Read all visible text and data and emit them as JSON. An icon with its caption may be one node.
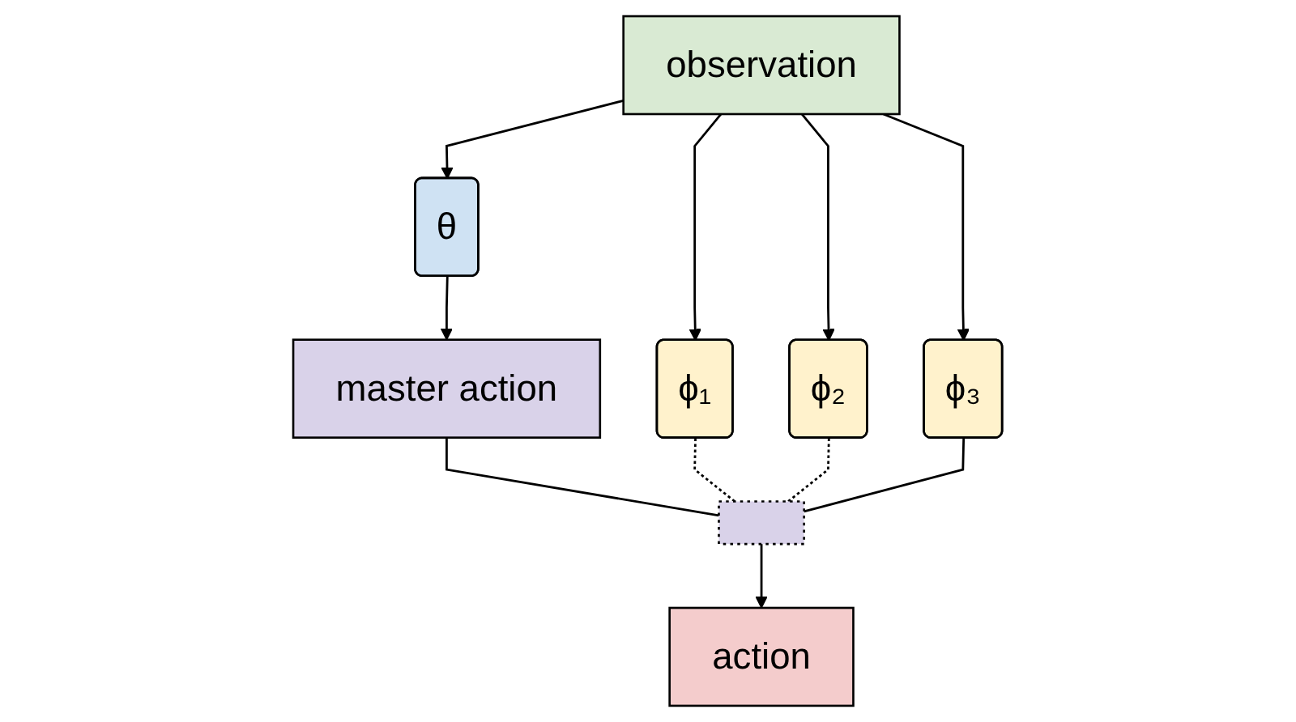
{
  "diagram": {
    "nodes": [
      {
        "text": [
          "observation"
        ]
      },
      {
        "text": [
          "θ"
        ]
      },
      {
        "text": [
          "master action"
        ]
      },
      {
        "text": [
          "ϕ₁"
        ]
      },
      {
        "text": [
          "ϕ₂"
        ]
      },
      {
        "text": [
          "ϕ₃"
        ]
      },
      {
        "text": [],
        "shape": "box"
      },
      {
        "text": [
          "action"
        ]
      }
    ],
    "edges": [
      {
        "from": 0,
        "to": 1,
        "arrow": "to"
      },
      {
        "from": 0,
        "to": 3,
        "arrow": "to"
      },
      {
        "from": 0,
        "to": 4,
        "arrow": "to"
      },
      {
        "from": 0,
        "to": 5,
        "arrow": "to"
      },
      {
        "from": 1,
        "to": 2,
        "arrow": "to"
      },
      {
        "from": 2,
        "to": 6,
        "arrow": "none"
      },
      {
        "from": 3,
        "to": 6,
        "arrow": "none",
        "style": "dashed"
      },
      {
        "from": 4,
        "to": 6,
        "arrow": "none",
        "style": "dashed"
      },
      {
        "from": 5,
        "to": 6,
        "arrow": "none"
      },
      {
        "from": 6,
        "to": 7,
        "arrow": "to"
      }
    ]
  }
}
